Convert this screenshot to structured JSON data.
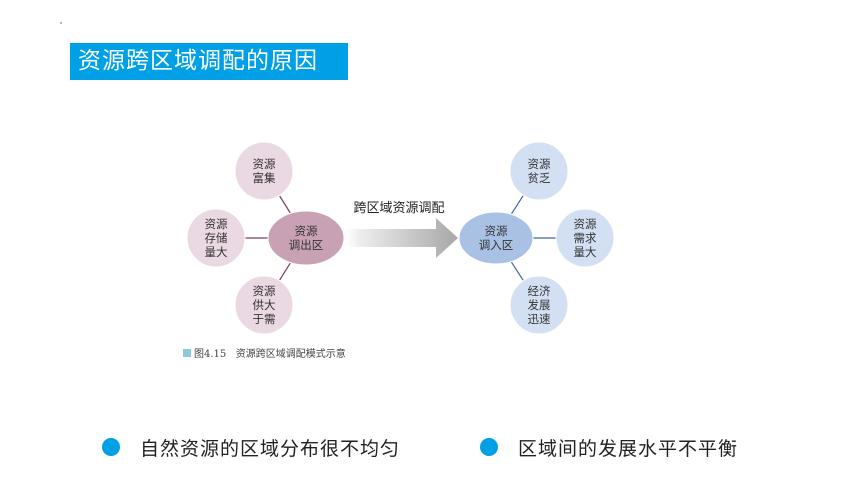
{
  "title": "资源跨区域调配的原因",
  "diagram": {
    "arrow_label": "跨区域资源调配",
    "out_center": [
      "资源",
      "调出区"
    ],
    "out_satellites": [
      [
        "资源",
        "富集"
      ],
      [
        "资源",
        "存储",
        "量大"
      ],
      [
        "资源",
        "供大",
        "于需"
      ]
    ],
    "in_center": [
      "资源",
      "调入区"
    ],
    "in_satellites": [
      [
        "资源",
        "贫乏"
      ],
      [
        "资源",
        "需求",
        "量大"
      ],
      [
        "经济",
        "发展",
        "迅速"
      ]
    ],
    "caption": "图4.15   资源跨区域调配模式示意",
    "colors": {
      "out_center_fill": "#c8a1b4",
      "out_satellite_fill": "#ead8e2",
      "out_edge": "#7a3f5f",
      "in_center_fill": "#a9c1e5",
      "in_satellite_fill": "#d3e0f3",
      "in_edge": "#3f63a8",
      "accent": "#00a0e6"
    }
  },
  "bullets": [
    "自然资源的区域分布很不均匀",
    "区域间的发展水平不平衡"
  ]
}
